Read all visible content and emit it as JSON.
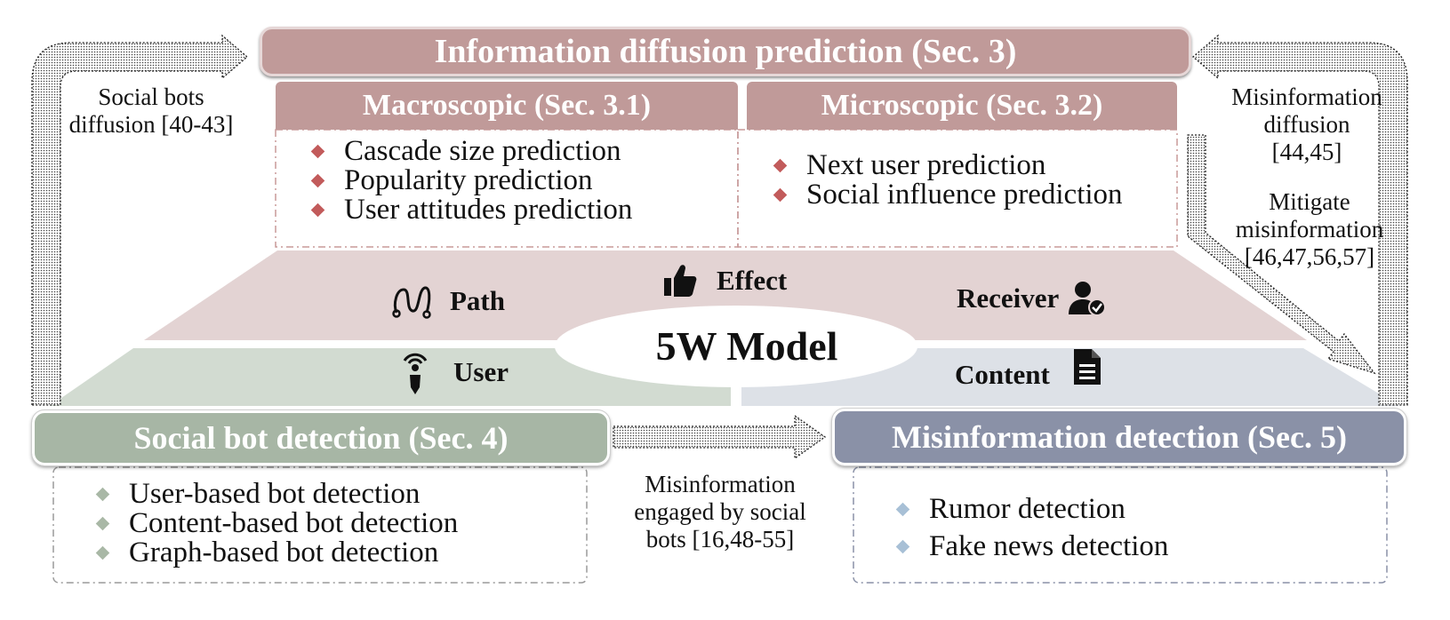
{
  "top_bar": {
    "title": "Information diffusion prediction (Sec. 3)"
  },
  "macroscopic": {
    "title": "Macroscopic (Sec. 3.1)",
    "items": [
      "Cascade size prediction",
      "Popularity prediction",
      "User attitudes prediction"
    ]
  },
  "microscopic": {
    "title": "Microscopic (Sec. 3.2)",
    "items": [
      "Next user prediction",
      "Social influence prediction"
    ]
  },
  "left_note": {
    "line1": "Social bots",
    "line2": "diffusion [40-43]"
  },
  "right_note_1": {
    "line1": "Misinformation",
    "line2": "diffusion",
    "line3": "[44,45]"
  },
  "right_note_2": {
    "line1": "Mitigate",
    "line2": "misinformation",
    "line3": "[46,47,56,57]"
  },
  "model": {
    "title": "5W Model",
    "path": "Path",
    "effect": "Effect",
    "receiver": "Receiver",
    "user": "User",
    "content": "Content"
  },
  "social_bot": {
    "title": "Social bot detection (Sec. 4)",
    "items": [
      "User-based bot detection",
      "Content-based bot detection",
      "Graph-based bot detection"
    ]
  },
  "middle_note": {
    "line1": "Misinformation",
    "line2": "engaged by social",
    "line3": "bots [16,48-55]"
  },
  "misinfo": {
    "title": "Misinformation detection (Sec. 5)",
    "items": [
      "Rumor detection",
      "Fake news detection"
    ]
  },
  "colors": {
    "rose": "#c09a99",
    "rose_light": "#e3d3d3",
    "sage": "#a7b6a5",
    "sage_light": "#d2dbd1",
    "slate": "#8a91a7",
    "slate_light": "#dde1e7"
  }
}
